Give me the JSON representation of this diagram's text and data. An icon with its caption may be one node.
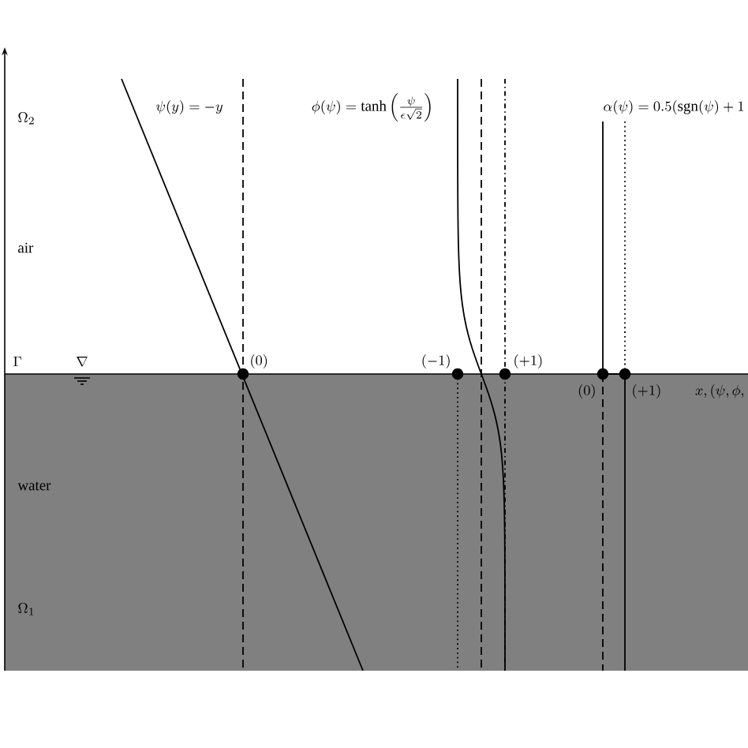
{
  "diagram": {
    "labels": [
      "\\psi(y)=-y",
      "\\phi(\\psi)=\\tanh\\left(\\frac{\\psi}{\\epsilon\\sqrt{2}}\\right)",
      "\\alpha(\\psi)=0.5(\\mathrm{sgn}(\\psi)+1",
      "\\Omega_2",
      "air",
      "\\Gamma",
      "\\nabla",
      "(0)",
      "(-1)",
      "(+1)",
      "(0)",
      "(+1)",
      "x,(\\psi,\\phi,",
      "water",
      "\\Omega_1"
    ]
  }
}
